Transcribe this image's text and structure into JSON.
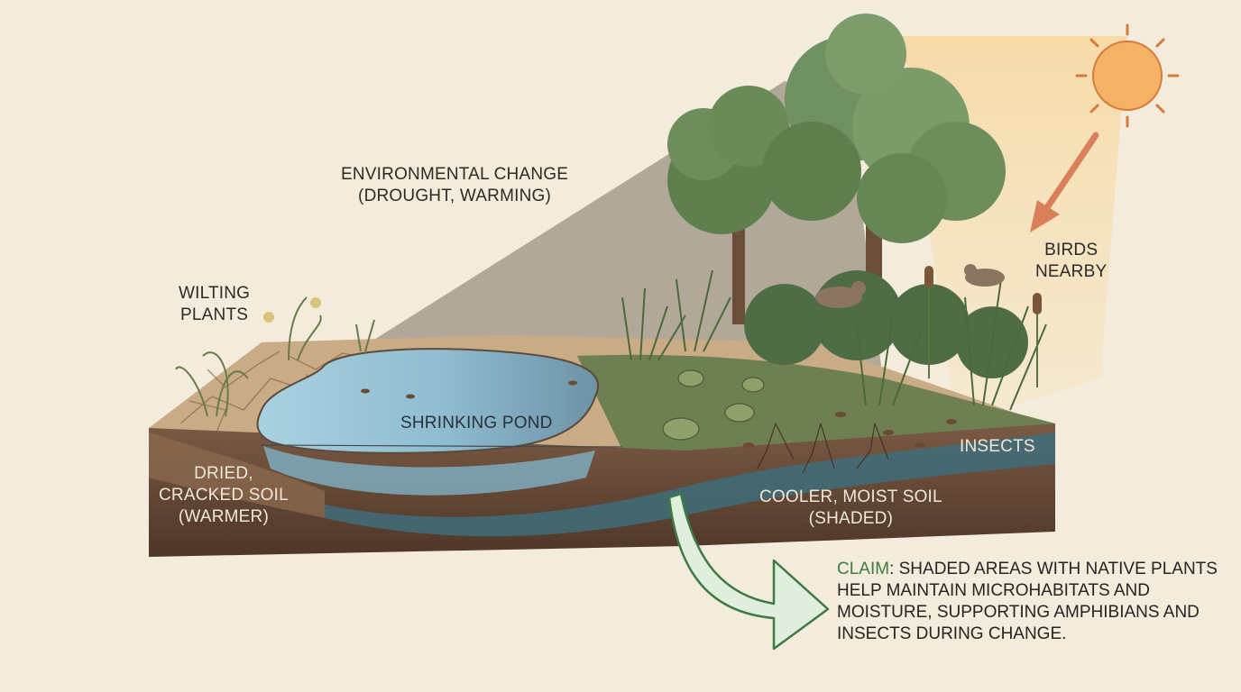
{
  "labels": {
    "environmental_change_line1": "ENVIRONMENTAL CHANGE",
    "environmental_change_line2": "(DROUGHT, WARMING)",
    "wilting_plants_line1": "WILTING",
    "wilting_plants_line2": "PLANTS",
    "shrinking_pond": "SHRINKING POND",
    "dried_soil_line1": "DRIED,",
    "dried_soil_line2": "CRACKED SOIL",
    "dried_soil_line3": "(WARMER)",
    "birds_nearby_line1": "BIRDS",
    "birds_nearby_line2": "NEARBY",
    "insects": "INSECTS",
    "cool_soil_line1": "COOLER, MOIST SOIL",
    "cool_soil_line2": "(SHADED)"
  },
  "claim": {
    "keyword": "CLAIM",
    "text": ": SHADED AREAS WITH NATIVE PLANTS HELP MAINTAIN MICROHABITATS AND MOISTURE, SUPPORTING AMPHIBIANS AND INSECTS DURING CHANGE."
  },
  "colors": {
    "background": "#f3ecdc",
    "dry_soil": "#c9ab86",
    "soil_dark": "#5a3f2e",
    "pond_water": "#9fc9db",
    "moisture_band": "#3f6d7a",
    "foliage": "#6f8f5f",
    "claim_accent": "#3f7a45",
    "sun": "#f4b266",
    "arrow": "#d9805a"
  },
  "icons": [
    "sun-icon",
    "tree-icon",
    "bird-icon",
    "frog-icon",
    "insect-icon",
    "arrow-icon"
  ]
}
